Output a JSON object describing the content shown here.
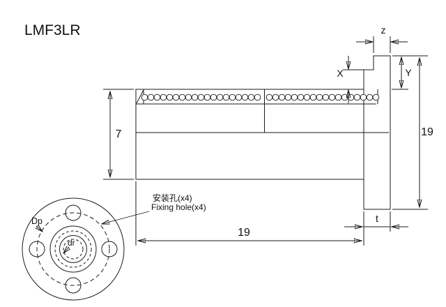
{
  "title": "LMF3LR",
  "side_view": {
    "dim_body_height": "7",
    "dim_flange_height": "19",
    "dim_body_length": "19",
    "dim_flange_thickness": "t",
    "dim_groove_width": "z",
    "dim_step_height": "X",
    "dim_flange_top_height": "Y"
  },
  "front_view": {
    "bolt_circle_label": "Dp",
    "bore_label": "dr",
    "fixing_hole_note_cn": "安装孔(x4)",
    "fixing_hole_note_en": "Fixing hole(x4)"
  }
}
